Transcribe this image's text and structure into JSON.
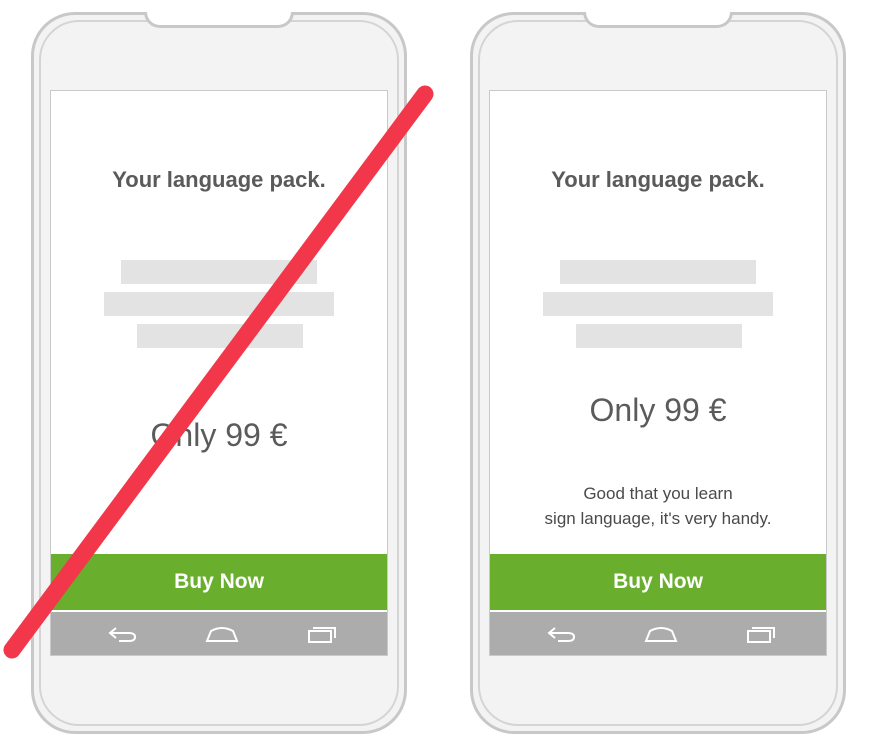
{
  "colors": {
    "cta_green": "#6aae2e",
    "nav_gray": "#acacac",
    "placeholder_gray": "#e3e3e3",
    "strike_red": "#f2374a"
  },
  "left_phone": {
    "title": "Your language pack.",
    "price": "Only 99 €",
    "cta": "Buy Now",
    "crossed_out": true,
    "nav_icons": [
      "back-icon",
      "home-icon",
      "recents-icon"
    ]
  },
  "right_phone": {
    "title": "Your language pack.",
    "price": "Only 99 €",
    "message_line1": "Good that you learn",
    "message_line2": "sign language, it's very handy.",
    "cta": "Buy Now",
    "nav_icons": [
      "back-icon",
      "home-icon",
      "recents-icon"
    ]
  }
}
